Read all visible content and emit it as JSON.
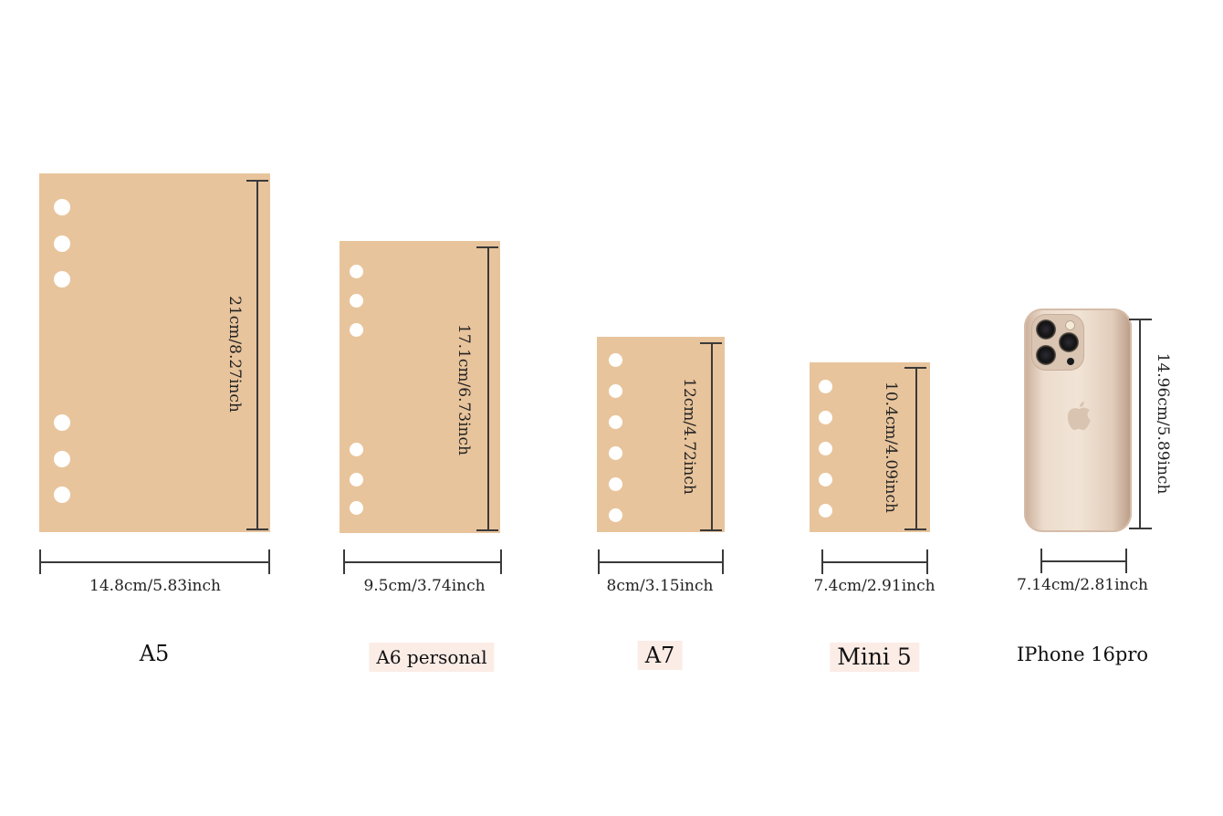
{
  "items": [
    {
      "name": "A5",
      "height_label": "21cm/8.27inch",
      "width_label": "14.8cm/5.83inch"
    },
    {
      "name": "A6 personal",
      "height_label": "17.1cm/6.73inch",
      "width_label": "9.5cm/3.74inch"
    },
    {
      "name": "A7",
      "height_label": "12cm/4.72inch",
      "width_label": "8cm/3.15inch"
    },
    {
      "name": "Mini 5",
      "height_label": "10.4cm/4.09inch",
      "width_label": "7.4cm/2.91inch"
    },
    {
      "name": "IPhone 16pro",
      "height_label": "14.96cm/5.89inch",
      "width_label": "7.14cm/2.81inch"
    }
  ],
  "colors": {
    "sheet": "#e8c49c",
    "label_highlight": "#fbece6",
    "dimension_line": "#3a3a3a"
  }
}
